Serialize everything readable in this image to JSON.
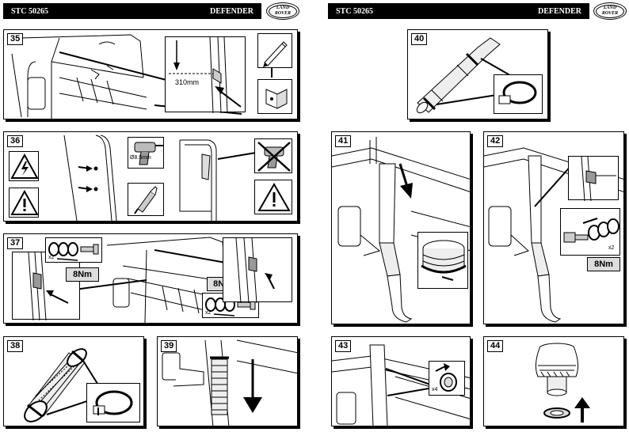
{
  "left_page": {
    "ref": "STC 50265",
    "model": "DEFENDER"
  },
  "right_page": {
    "ref": "STC 50265",
    "model": "DEFENDER"
  },
  "logo": {
    "line1": "LAND",
    "line2": "ROVER"
  },
  "steps": [
    {
      "number": "35",
      "measure": "310mm"
    },
    {
      "number": "36",
      "drill_size": "Ø8.5mm"
    },
    {
      "number": "37",
      "torque_a": "8Nm",
      "torque_b": "8Nm",
      "qty_a": "x2",
      "qty_b": "x2"
    },
    {
      "number": "38"
    },
    {
      "number": "39"
    },
    {
      "number": "40"
    },
    {
      "number": "41"
    },
    {
      "number": "42",
      "torque": "8Nm",
      "qty": "x2"
    },
    {
      "number": "43",
      "qty": "x4"
    },
    {
      "number": "44"
    }
  ],
  "icons": {
    "electrical": "electrical-hazard-icon",
    "caution": "caution-triangle-icon",
    "drill": "drill-icon",
    "no_drill": "no-drill-icon",
    "pencil": "pencil-icon",
    "bracket": "bracket-icon",
    "sealant": "sealant-tube-icon",
    "clamp": "hose-clamp-icon"
  }
}
